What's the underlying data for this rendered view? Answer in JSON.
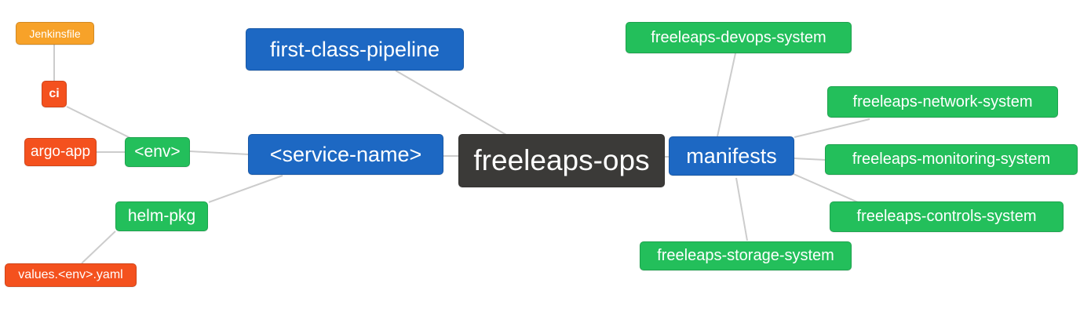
{
  "colors": {
    "root": "#3b3a38",
    "branch": "#1d68c3",
    "green": "#23bf5b",
    "orange": "#f7a229",
    "red": "#f4511e",
    "text": "#ffffff",
    "connector": "#cccccc",
    "background": "#ffffff"
  },
  "nodes": {
    "freeleaps_ops": {
      "label": "freeleaps-ops",
      "color": "root"
    },
    "first_class_pipeline": {
      "label": "first-class-pipeline",
      "color": "branch"
    },
    "service_name": {
      "label": "<service-name>",
      "color": "branch"
    },
    "manifests": {
      "label": "manifests",
      "color": "branch"
    },
    "env": {
      "label": "<env>",
      "color": "green"
    },
    "helm_pkg": {
      "label": "helm-pkg",
      "color": "green"
    },
    "jenkinsfile": {
      "label": "Jenkinsfile",
      "color": "orange"
    },
    "ci": {
      "label": "ci",
      "color": "red"
    },
    "argo_app": {
      "label": "argo-app",
      "color": "red"
    },
    "values_env_yaml": {
      "label": "values.<env>.yaml",
      "color": "red"
    },
    "devops_system": {
      "label": "freeleaps-devops-system",
      "color": "green"
    },
    "network_system": {
      "label": "freeleaps-network-system",
      "color": "green"
    },
    "monitoring_system": {
      "label": "freeleaps-monitoring-system",
      "color": "green"
    },
    "controls_system": {
      "label": "freeleaps-controls-system",
      "color": "green"
    },
    "storage_system": {
      "label": "freeleaps-storage-system",
      "color": "green"
    }
  },
  "edges": [
    {
      "from": "jenkinsfile",
      "to": "ci"
    },
    {
      "from": "ci",
      "to": "env"
    },
    {
      "from": "argo_app",
      "to": "env"
    },
    {
      "from": "env",
      "to": "service_name"
    },
    {
      "from": "helm_pkg",
      "to": "service_name"
    },
    {
      "from": "helm_pkg",
      "to": "values_env_yaml"
    },
    {
      "from": "first_class_pipeline",
      "to": "freeleaps_ops"
    },
    {
      "from": "service_name",
      "to": "freeleaps_ops"
    },
    {
      "from": "freeleaps_ops",
      "to": "manifests"
    },
    {
      "from": "manifests",
      "to": "devops_system"
    },
    {
      "from": "manifests",
      "to": "network_system"
    },
    {
      "from": "manifests",
      "to": "monitoring_system"
    },
    {
      "from": "manifests",
      "to": "controls_system"
    },
    {
      "from": "manifests",
      "to": "storage_system"
    }
  ]
}
